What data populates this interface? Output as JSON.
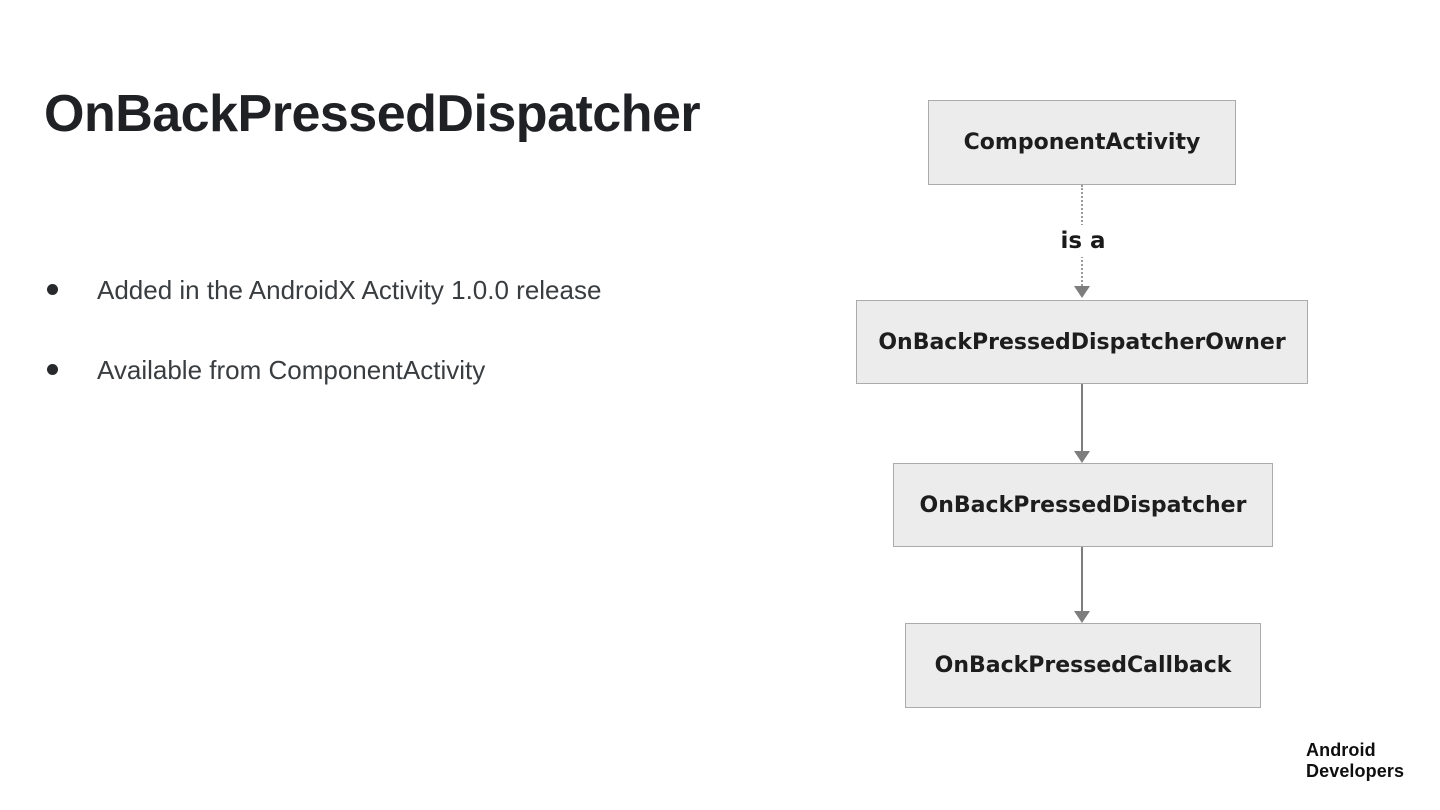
{
  "slide": {
    "title": "OnBackPressedDispatcher",
    "bullets": [
      "Added in the AndroidX Activity 1.0.0 release",
      "Available from ComponentActivity"
    ]
  },
  "diagram": {
    "type": "class-hierarchy-flow",
    "nodes": [
      {
        "label": "ComponentActivity"
      },
      {
        "label": "OnBackPressedDispatcherOwner"
      },
      {
        "label": "OnBackPressedDispatcher"
      },
      {
        "label": "OnBackPressedCallback"
      }
    ],
    "edges": [
      {
        "from": "ComponentActivity",
        "to": "OnBackPressedDispatcherOwner",
        "style": "dotted",
        "label": "is a"
      },
      {
        "from": "OnBackPressedDispatcherOwner",
        "to": "OnBackPressedDispatcher",
        "style": "solid",
        "label": ""
      },
      {
        "from": "OnBackPressedDispatcher",
        "to": "OnBackPressedCallback",
        "style": "solid",
        "label": ""
      }
    ],
    "edge_label": "is a",
    "colors": {
      "node_fill": "#ececec",
      "node_border": "#ababab",
      "arrow_solid": "#7d7d7d",
      "arrow_dotted": "#9a9a9a"
    }
  },
  "footer": {
    "brand_line1": "Android",
    "brand_line2": "Developers"
  }
}
